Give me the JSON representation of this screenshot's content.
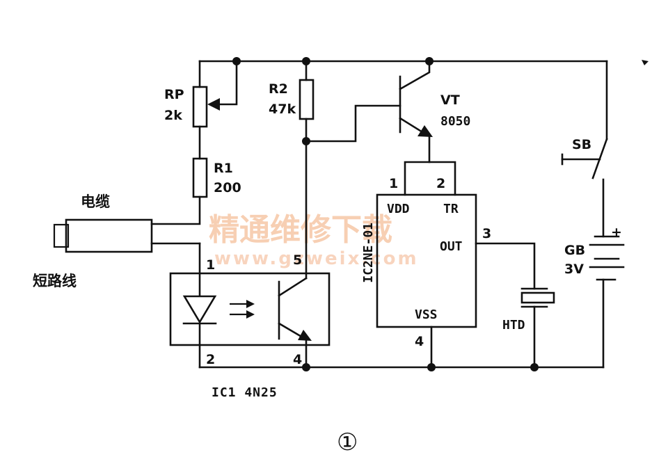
{
  "labels": {
    "rp_name": "RP",
    "rp_value": "2k",
    "r1_name": "R1",
    "r1_value": "200",
    "r2_name": "R2",
    "r2_value": "47k",
    "vt_name": "VT",
    "vt_value": "8050",
    "sb": "SB",
    "gb_name": "GB",
    "gb_value": "3V",
    "gb_plus": "+",
    "htd": "HTD",
    "cable": "电缆",
    "short_wire": "短路线",
    "ic1": "IC1  4N25",
    "ic2": "IC2NE-01",
    "vdd": "VDD",
    "tr": "TR",
    "out": "OUT",
    "vss": "VSS",
    "figure_number": "①"
  },
  "pins": {
    "ic1_pin1": "1",
    "ic1_pin2": "2",
    "ic1_pin4": "4",
    "ic1_pin5": "5",
    "ic2_pin1": "1",
    "ic2_pin2": "2",
    "ic2_pin3": "3",
    "ic2_pin4": "4"
  },
  "watermark": {
    "title": "精通维修下载",
    "url": "www.gzweix.com"
  },
  "colors": {
    "ink": "#111111",
    "watermark": "#f6c7a6"
  }
}
